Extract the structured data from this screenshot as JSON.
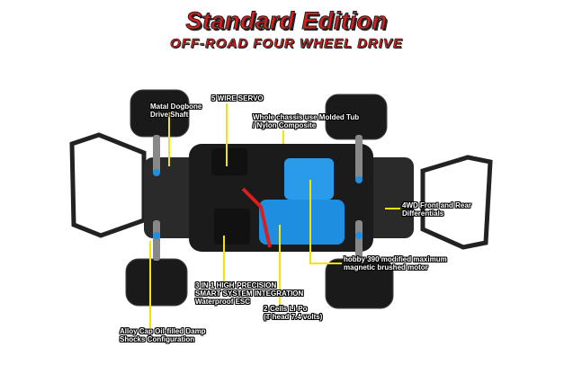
{
  "header": {
    "title": "Standard Edition",
    "subtitle": "OFF-ROAD FOUR WHEEL DRIVE"
  },
  "callouts": {
    "driveshaft": [
      "Matal Dogbone",
      "Drive Shaft"
    ],
    "servo": "5 WIRE SERVO",
    "chassis": [
      "Whole chassis use Molded Tub",
      "/ Nylon Composite"
    ],
    "fourwd": [
      "4WD Front and Rear",
      "Differentials"
    ],
    "motor": [
      "hobby 390 modified maximum",
      "magnetic brushed motor"
    ],
    "esc": [
      "3 IN 1 HIGH-PRECISION",
      "SMART SYSTEM INTEGRATION",
      "Waterproof ESC"
    ],
    "battery": [
      "2-Cells  Li-Po",
      "(T-head 7.4 volts)"
    ],
    "shocks": [
      "Alloy Cap Oil-filled Damp",
      "Shocks Configuration"
    ]
  },
  "colors": {
    "accent": "#d81e1e",
    "callout_line": "#f2e600",
    "battery": "#1e8fe0"
  }
}
